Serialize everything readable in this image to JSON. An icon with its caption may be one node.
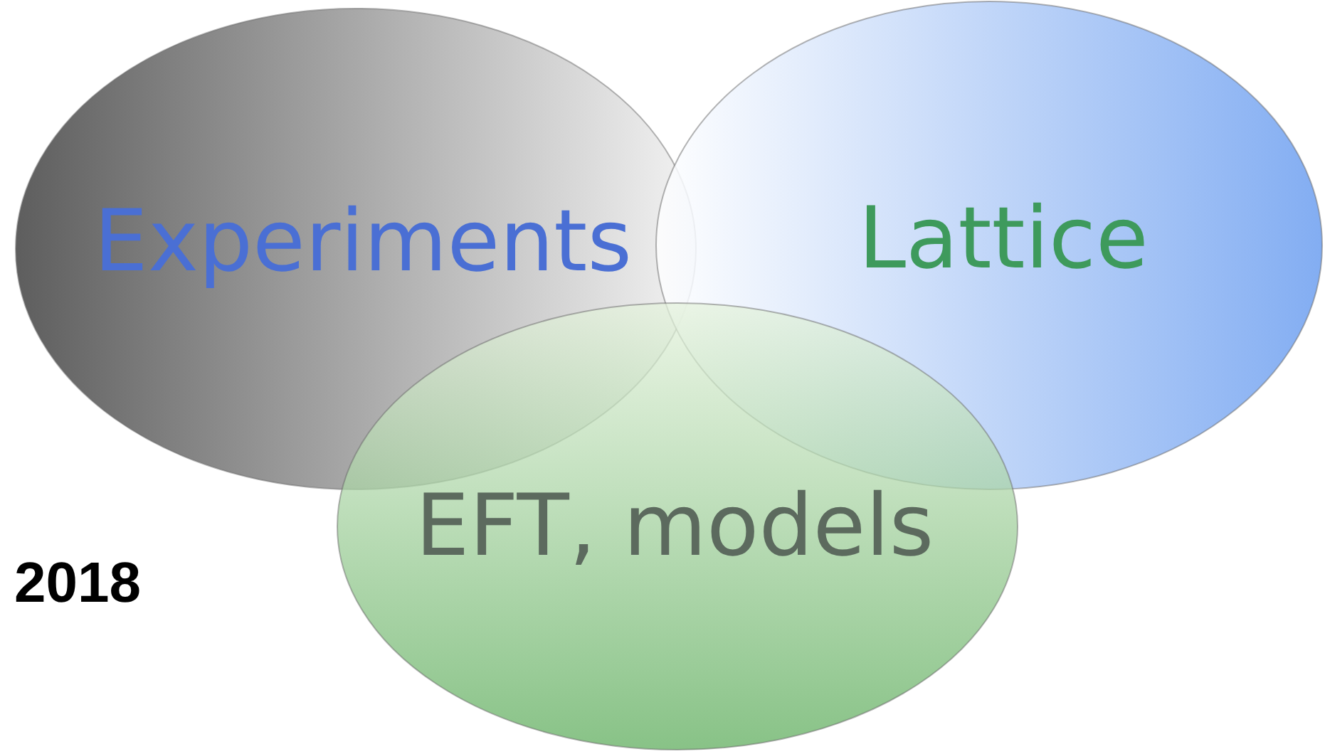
{
  "diagram": {
    "nodes": [
      {
        "text": [
          "Experiments"
        ]
      },
      {
        "text": [
          "Lattice"
        ]
      },
      {
        "text": [
          "EFT, models"
        ]
      }
    ],
    "labels": [
      "2018"
    ]
  }
}
